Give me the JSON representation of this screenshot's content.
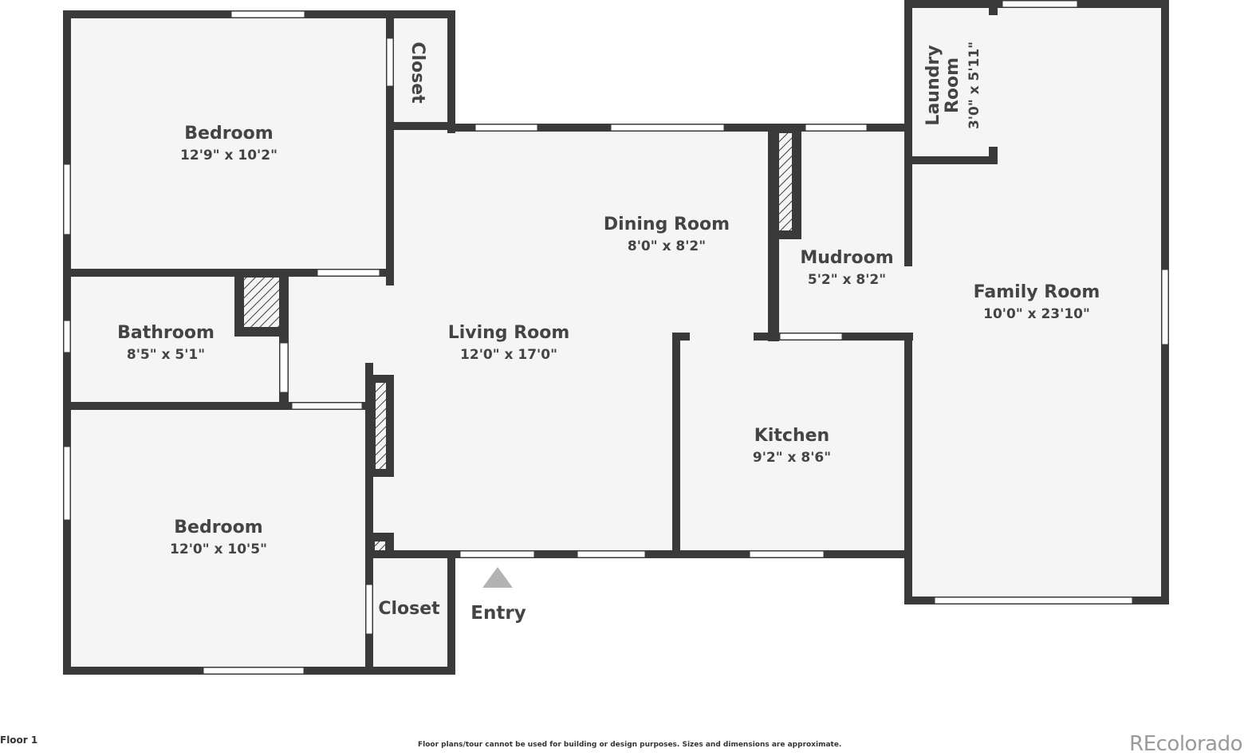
{
  "colors": {
    "wall": "#3a3a3a",
    "floor": "#f5f5f5",
    "window": "#ffffff",
    "hatch": "#3a3a3a",
    "marker": "#b3b3b3"
  },
  "rooms": {
    "bedroom_top": {
      "name": "Bedroom",
      "dims": "12'9\" x 10'2\""
    },
    "closet_top": {
      "name": "Closet"
    },
    "bathroom": {
      "name": "Bathroom",
      "dims": "8'5\" x 5'1\""
    },
    "bedroom_bottom": {
      "name": "Bedroom",
      "dims": "12'0\" x 10'5\""
    },
    "closet_bottom": {
      "name": "Closet"
    },
    "living_room": {
      "name": "Living Room",
      "dims": "12'0\" x 17'0\""
    },
    "dining_room": {
      "name": "Dining Room",
      "dims": "8'0\" x 8'2\""
    },
    "mudroom": {
      "name": "Mudroom",
      "dims": "5'2\" x 8'2\""
    },
    "kitchen": {
      "name": "Kitchen",
      "dims": "9'2\" x 8'6\""
    },
    "laundry_room": {
      "name_line1": "Laundry",
      "name_line2": "Room",
      "dims": "3'0\" x 5'11\""
    },
    "family_room": {
      "name": "Family Room",
      "dims": "10'0\" x 23'10\""
    }
  },
  "entry": {
    "label": "Entry",
    "icon": "triangle-up-icon"
  },
  "footer": {
    "floor_label": "Floor 1",
    "disclaimer": "Floor plans/tour cannot be used for building or design purposes. Sizes and dimensions are approximate.",
    "brand": "REcolorado"
  }
}
